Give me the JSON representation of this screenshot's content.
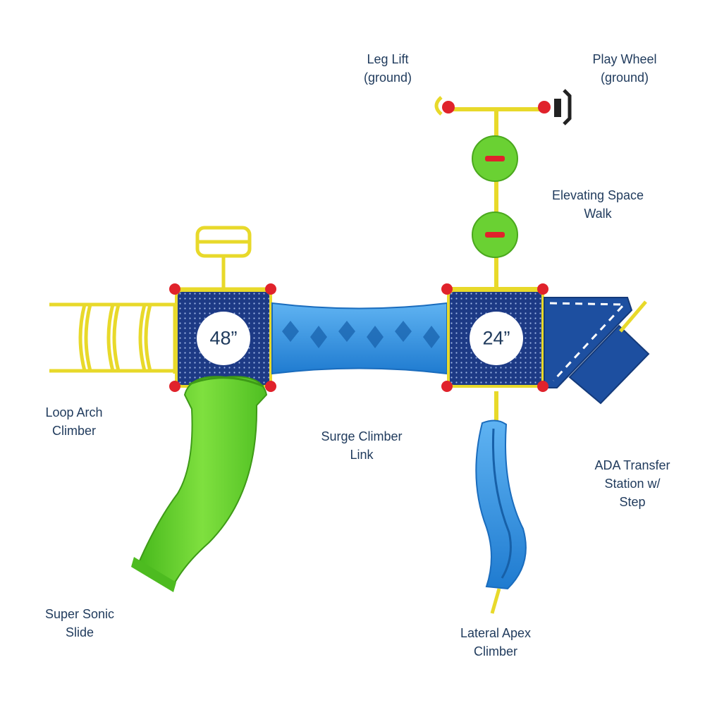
{
  "colors": {
    "post_yellow": "#f4e73b",
    "deck_navy": "#1d3a85",
    "link_blue": "#2f8fdf",
    "slide_green": "#5fd12e",
    "clamp_red": "#e0222b",
    "label_text": "#1f3a5c"
  },
  "decks": [
    {
      "id": "deck-left",
      "height_label": "48”"
    },
    {
      "id": "deck-right",
      "height_label": "24”"
    }
  ],
  "components": {
    "leg_lift": {
      "line1": "Leg Lift",
      "line2": "(ground)"
    },
    "play_wheel": {
      "line1": "Play Wheel",
      "line2": "(ground)"
    },
    "space_walk": {
      "line1": "Elevating Space",
      "line2": "Walk"
    },
    "loop_arch": {
      "line1": "Loop Arch",
      "line2": "Climber"
    },
    "surge_link": {
      "line1": "Surge Climber",
      "line2": "Link"
    },
    "ada_transfer": {
      "line1": "ADA Transfer",
      "line2": "Station w/",
      "line3": "Step"
    },
    "sonic_slide": {
      "line1": "Super Sonic",
      "line2": "Slide"
    },
    "apex_climber": {
      "line1": "Lateral Apex",
      "line2": "Climber"
    }
  }
}
